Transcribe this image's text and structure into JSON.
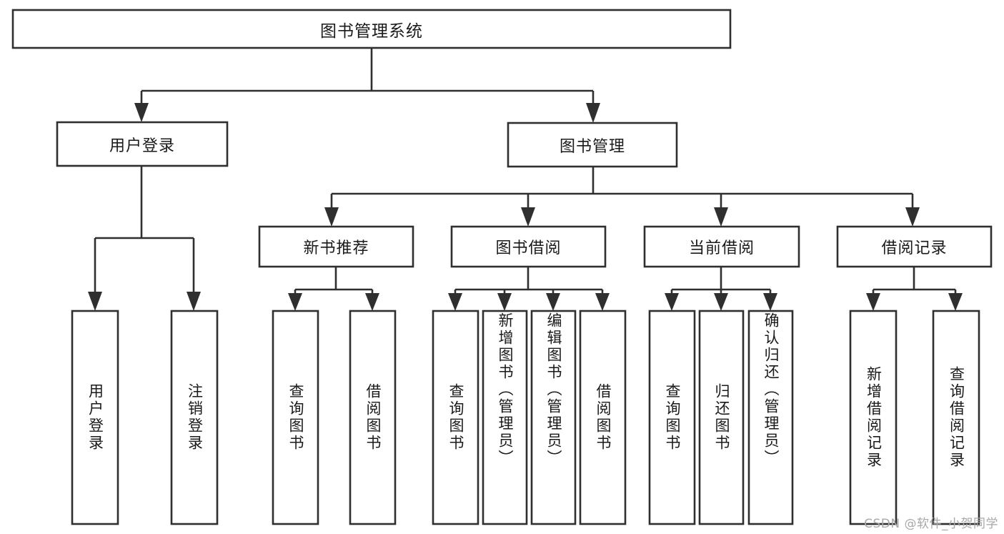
{
  "diagram": {
    "type": "tree-hierarchy",
    "title": "图书管理系统",
    "root": {
      "id": "root",
      "label": "图书管理系统",
      "orientation": "horizontal"
    },
    "level2": [
      {
        "id": "user-login",
        "label": "用户登录",
        "orientation": "horizontal"
      },
      {
        "id": "book-management",
        "label": "图书管理",
        "orientation": "horizontal"
      }
    ],
    "level3": [
      {
        "id": "new-book-recommend",
        "label": "新书推荐",
        "parent": "book-management",
        "orientation": "horizontal"
      },
      {
        "id": "book-borrow",
        "label": "图书借阅",
        "parent": "book-management",
        "orientation": "horizontal"
      },
      {
        "id": "current-borrow",
        "label": "当前借阅",
        "parent": "book-management",
        "orientation": "horizontal"
      },
      {
        "id": "borrow-record",
        "label": "借阅记录",
        "parent": "book-management",
        "orientation": "horizontal"
      }
    ],
    "leaves": [
      {
        "id": "leaf-user-login",
        "label": "用户登录",
        "parent": "user-login",
        "orientation": "vertical"
      },
      {
        "id": "leaf-user-logout",
        "label": "注销登录",
        "parent": "user-login",
        "orientation": "vertical"
      },
      {
        "id": "leaf-query-book-1",
        "label": "查询图书",
        "parent": "new-book-recommend",
        "orientation": "vertical"
      },
      {
        "id": "leaf-borrow-book-1",
        "label": "借阅图书",
        "parent": "new-book-recommend",
        "orientation": "vertical"
      },
      {
        "id": "leaf-query-book-2",
        "label": "查询图书",
        "parent": "book-borrow",
        "orientation": "vertical"
      },
      {
        "id": "leaf-add-book",
        "label": "新增图书（管理员）",
        "parent": "book-borrow",
        "orientation": "vertical"
      },
      {
        "id": "leaf-edit-book",
        "label": "编辑图书（管理员）",
        "parent": "book-borrow",
        "orientation": "vertical"
      },
      {
        "id": "leaf-borrow-book-2",
        "label": "借阅图书",
        "parent": "book-borrow",
        "orientation": "vertical"
      },
      {
        "id": "leaf-query-book-3",
        "label": "查询图书",
        "parent": "current-borrow",
        "orientation": "vertical"
      },
      {
        "id": "leaf-return-book",
        "label": "归还图书",
        "parent": "current-borrow",
        "orientation": "vertical"
      },
      {
        "id": "leaf-confirm-return",
        "label": "确认归还（管理员）",
        "parent": "current-borrow",
        "orientation": "vertical"
      },
      {
        "id": "leaf-add-record",
        "label": "新增借阅记录",
        "parent": "borrow-record",
        "orientation": "vertical"
      },
      {
        "id": "leaf-query-record",
        "label": "查询借阅记录",
        "parent": "borrow-record",
        "orientation": "vertical"
      }
    ],
    "colors": {
      "box_stroke": "#2f2f2f",
      "box_fill": "#ffffff",
      "connector": "#2f2f2f",
      "text": "#1a1a1a",
      "background": "#ffffff",
      "watermark": "#a8a8a8"
    }
  },
  "watermark": {
    "text": "CSDN @软件_小贺同学"
  }
}
